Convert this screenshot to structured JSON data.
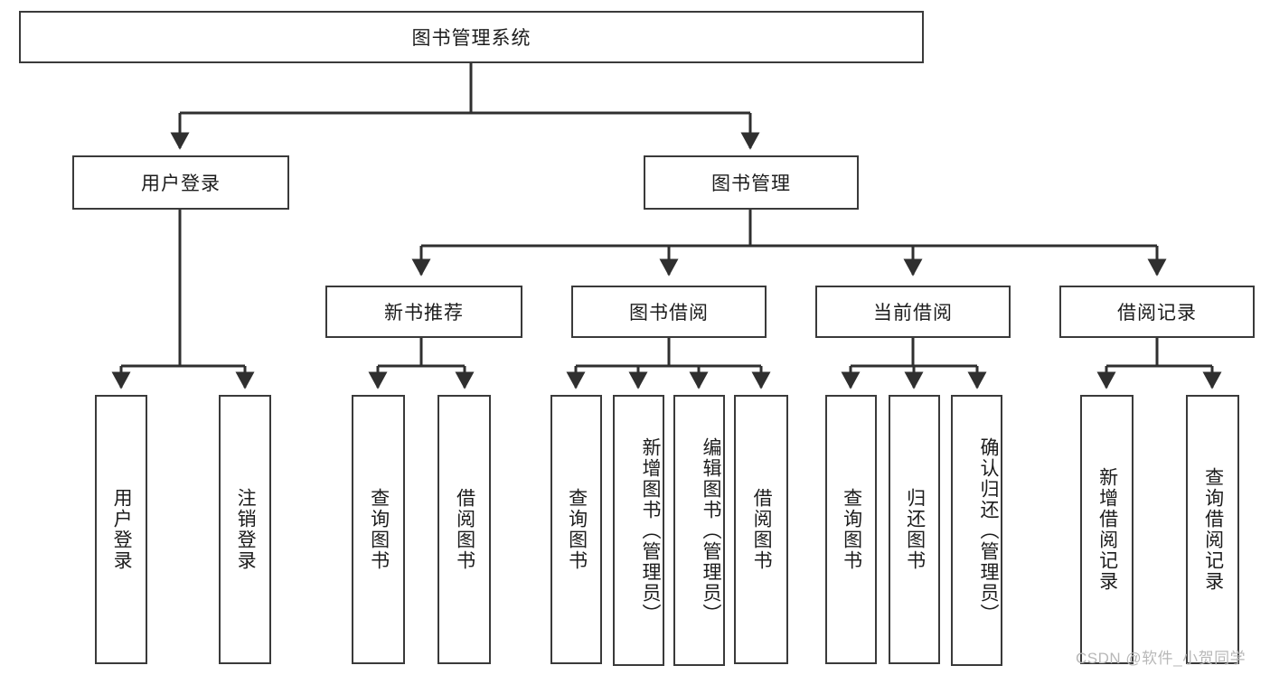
{
  "diagram": {
    "title": "图书管理系统",
    "type": "tree-hierarchy",
    "watermark": "CSDN @软件_小贺同学",
    "colors": {
      "box_border": "#3a3a3a",
      "box_fill": "#ffffff",
      "edge": "#2f2f2f",
      "text": "#1c1c1c",
      "watermark": "#b8b8b8"
    },
    "root": {
      "label": "图书管理系统"
    },
    "level1": [
      {
        "label": "用户登录"
      },
      {
        "label": "图书管理"
      }
    ],
    "level2": [
      {
        "label": "新书推荐"
      },
      {
        "label": "图书借阅"
      },
      {
        "label": "当前借阅"
      },
      {
        "label": "借阅记录"
      }
    ],
    "leaves": {
      "user_login": [
        {
          "label": "用户登录"
        },
        {
          "label": "注销登录"
        }
      ],
      "new_book": [
        {
          "label": "查询图书"
        },
        {
          "label": "借阅图书"
        }
      ],
      "book_borrow": [
        {
          "label": "查询图书"
        },
        {
          "label": "新增图书（管理员）"
        },
        {
          "label": "编辑图书（管理员）"
        },
        {
          "label": "借阅图书"
        }
      ],
      "current_borrow": [
        {
          "label": "查询图书"
        },
        {
          "label": "归还图书"
        },
        {
          "label": "确认归还（管理员）"
        }
      ],
      "borrow_record": [
        {
          "label": "新增借阅记录"
        },
        {
          "label": "查询借阅记录"
        }
      ]
    }
  }
}
